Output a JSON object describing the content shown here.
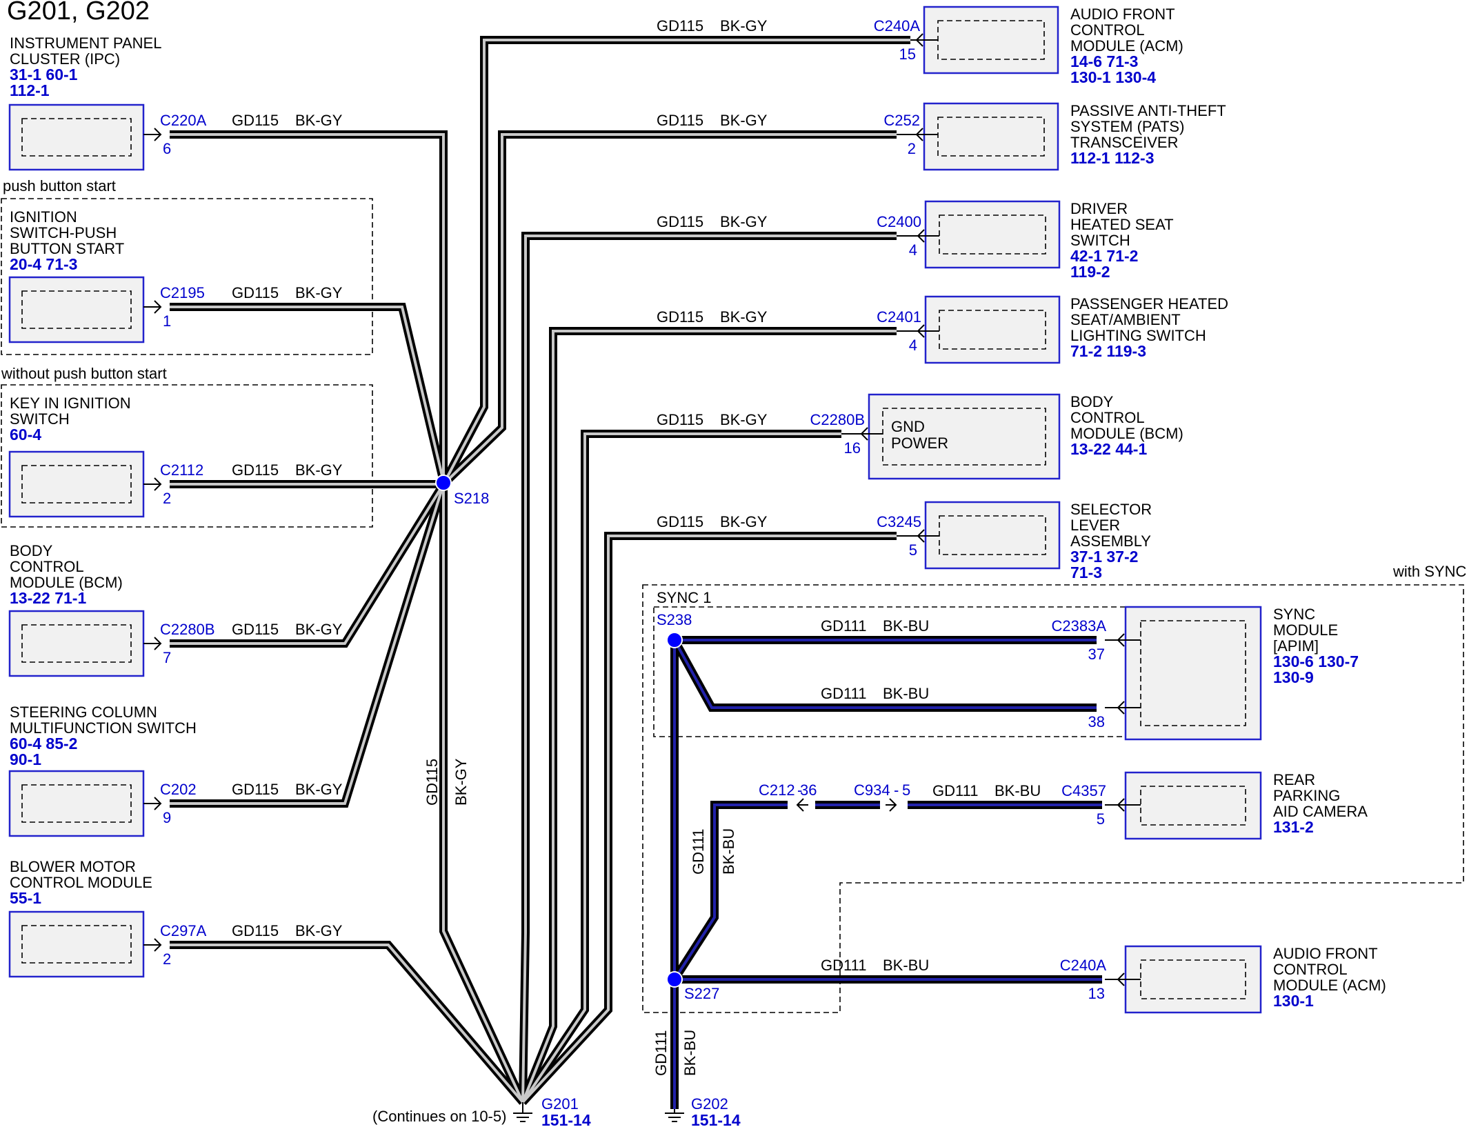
{
  "title": "G201, G202",
  "colors": {
    "link": "#0000cc",
    "splice": "#0000ff",
    "wire_outer": "#000000",
    "bk_gy": "#c8c8c8",
    "bk_bu": "#2222aa",
    "box": "#f1f1f1",
    "box_border": "#2222cc"
  },
  "groups": {
    "push_button": "push button start",
    "without_push_button": "without push button start",
    "with_sync": "with SYNC",
    "sync1": "SYNC 1"
  },
  "left_components": [
    {
      "id": "ipc",
      "name": [
        "INSTRUMENT PANEL",
        "CLUSTER (IPC)"
      ],
      "refs": [
        "31-1   60-1",
        "112-1"
      ],
      "connector": "C220A",
      "pin": "6",
      "circuit": "GD115",
      "color": "BK-GY"
    },
    {
      "id": "ign",
      "name": [
        "IGNITION",
        "SWITCH-PUSH",
        "BUTTON START"
      ],
      "refs": [
        "20-4   71-3"
      ],
      "connector": "C2195",
      "pin": "1",
      "circuit": "GD115",
      "color": "BK-GY"
    },
    {
      "id": "key",
      "name": [
        "KEY IN IGNITION",
        "SWITCH"
      ],
      "refs": [
        "60-4"
      ],
      "connector": "C2112",
      "pin": "2",
      "circuit": "GD115",
      "color": "BK-GY"
    },
    {
      "id": "bcm",
      "name": [
        "BODY",
        "CONTROL",
        "MODULE (BCM)"
      ],
      "refs": [
        "13-22 71-1"
      ],
      "connector": "C2280B",
      "pin": "7",
      "circuit": "GD115",
      "color": "BK-GY"
    },
    {
      "id": "scm",
      "name": [
        "STEERING COLUMN",
        "MULTIFUNCTION SWITCH"
      ],
      "refs": [
        "60-4   85-2",
        "90-1"
      ],
      "connector": "C202",
      "pin": "9",
      "circuit": "GD115",
      "color": "BK-GY"
    },
    {
      "id": "blower",
      "name": [
        "BLOWER MOTOR",
        "CONTROL MODULE"
      ],
      "refs": [
        "55-1"
      ],
      "connector": "C297A",
      "pin": "2",
      "circuit": "GD115",
      "color": "BK-GY"
    }
  ],
  "right_components": [
    {
      "id": "acm",
      "name": [
        "AUDIO FRONT",
        "CONTROL",
        "MODULE (ACM)"
      ],
      "refs": [
        "14-6   71-3",
        "130-1 130-4"
      ],
      "connector": "C240A",
      "pin": "15",
      "circuit": "GD115",
      "color": "BK-GY"
    },
    {
      "id": "pats",
      "name": [
        "PASSIVE ANTI-THEFT",
        "SYSTEM (PATS)",
        "TRANSCEIVER"
      ],
      "refs": [
        "112-1 112-3"
      ],
      "connector": "C252",
      "pin": "2",
      "circuit": "GD115",
      "color": "BK-GY"
    },
    {
      "id": "dhs",
      "name": [
        "DRIVER",
        "HEATED SEAT",
        "SWITCH"
      ],
      "refs": [
        "42-1   71-2",
        "119-2"
      ],
      "connector": "C2400",
      "pin": "4",
      "circuit": "GD115",
      "color": "BK-GY"
    },
    {
      "id": "phs",
      "name": [
        "PASSENGER HEATED",
        "SEAT/AMBIENT",
        "LIGHTING SWITCH"
      ],
      "refs": [
        "71-2   119-3"
      ],
      "connector": "C2401",
      "pin": "4",
      "circuit": "GD115",
      "color": "BK-GY"
    },
    {
      "id": "bcm2",
      "name": [
        "BODY",
        "CONTROL",
        "MODULE (BCM)"
      ],
      "refs": [
        "13-22 44-1"
      ],
      "connector": "C2280B",
      "pin": "16",
      "circuit": "GD115",
      "color": "BK-GY",
      "inner": [
        "GND",
        "POWER"
      ]
    },
    {
      "id": "sla",
      "name": [
        "SELECTOR",
        "LEVER",
        "ASSEMBLY"
      ],
      "refs": [
        "37-1   37-2",
        "71-3"
      ],
      "connector": "C3245",
      "pin": "5",
      "circuit": "GD115",
      "color": "BK-GY"
    }
  ],
  "sync_components": [
    {
      "id": "apim",
      "name": [
        "SYNC",
        "MODULE",
        "[APIM]"
      ],
      "refs": [
        "130-6 130-7",
        "130-9"
      ],
      "connector": "C2383A",
      "pins": [
        "37",
        "38"
      ],
      "circuit": "GD111",
      "color": "BK-BU"
    },
    {
      "id": "rpac",
      "name": [
        "REAR",
        "PARKING",
        "AID CAMERA"
      ],
      "refs": [
        "131-2"
      ],
      "connector": "C4357",
      "pin": "5",
      "circuit": "GD111",
      "color": "BK-BU",
      "inline": [
        {
          "connector": "C212",
          "pin": "36"
        },
        {
          "connector": "C934",
          "pin": "5"
        }
      ]
    },
    {
      "id": "acm2",
      "name": [
        "AUDIO FRONT",
        "CONTROL",
        "MODULE (ACM)"
      ],
      "refs": [
        "130-1"
      ],
      "connector": "C240A",
      "pin": "13",
      "circuit": "GD111",
      "color": "BK-BU"
    }
  ],
  "splices": {
    "s218": "S218",
    "s238": "S238",
    "s227": "S227"
  },
  "trunk_labels": {
    "s218_circuit": "GD115",
    "s218_color": "BK-GY",
    "s227_up_circuit": "GD111",
    "s227_up_color": "BK-BU",
    "g202_circuit": "GD111",
    "g202_color": "BK-BU"
  },
  "grounds": {
    "g201": {
      "name": "G201",
      "ref": "151-14",
      "note": "(Continues on 10-5)"
    },
    "g202": {
      "name": "G202",
      "ref": "151-14"
    }
  }
}
